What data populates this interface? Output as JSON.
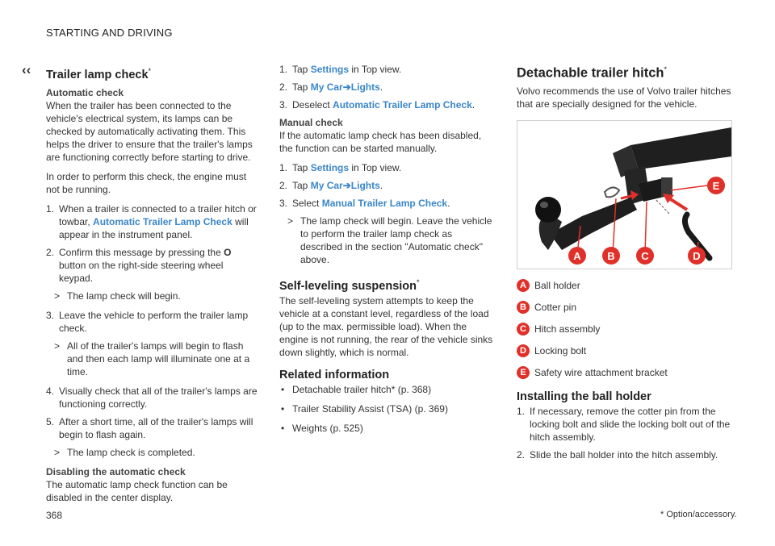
{
  "header": {
    "section": "STARTING AND DRIVING"
  },
  "nav": {
    "back_glyph": "‹‹"
  },
  "col1": {
    "title": "Trailer lamp check",
    "title_star": "*",
    "auto_heading": "Automatic check",
    "auto_p1": "When the trailer has been connected to the vehicle's electrical system, its lamps can be checked by automatically activating them. This helps the driver to ensure that the trailer's lamps are functioning correctly before starting to drive.",
    "auto_p2": "In order to perform this check, the engine must not be running.",
    "s1_num": "1.",
    "s1_pre": "When a trailer is connected to a trailer hitch or towbar,",
    "s1_blue": "Automatic Trailer Lamp Check",
    "s1_post": "will appear in the instrument panel.",
    "s2_num": "2.",
    "s2_pre": "Confirm this message by pressing the",
    "s2_bold": "O",
    "s2_post": "button on the right-side steering wheel keypad.",
    "s2_res": "The lamp check will begin.",
    "s3_num": "3.",
    "s3_text": "Leave the vehicle to perform the trailer lamp check.",
    "s3_res": "All of the trailer's lamps will begin to flash and then each lamp will illuminate one at a time.",
    "s4_num": "4.",
    "s4_text": "Visually check that all of the trailer's lamps are functioning correctly.",
    "s5_num": "5.",
    "s5_text": "After a short time, all of the trailer's lamps will begin to flash again.",
    "s5_res": "The lamp check is completed.",
    "dis_heading": "Disabling the automatic check",
    "dis_text": "The automatic lamp check function can be disabled in the center display.",
    "res_glyph": ">"
  },
  "col2": {
    "a1_num": "1.",
    "a1_pre": "Tap",
    "a1_blue": "Settings",
    "a1_post": "in Top view.",
    "a2_num": "2.",
    "a2_pre": "Tap",
    "a2_blue1": "My Car",
    "a2_arrow": "➔",
    "a2_blue2": "Lights",
    "a2_post": ".",
    "a3_num": "3.",
    "a3_pre": "Deselect",
    "a3_blue": "Automatic Trailer Lamp Check",
    "a3_post": ".",
    "manual_heading": "Manual check",
    "manual_text": "If the automatic lamp check has been disabled, the function can be started manually.",
    "m1_num": "1.",
    "m1_pre": "Tap",
    "m1_blue": "Settings",
    "m1_post": "in Top view.",
    "m2_num": "2.",
    "m2_pre": "Tap",
    "m2_blue1": "My Car",
    "m2_arrow": "➔",
    "m2_blue2": "Lights",
    "m2_post": ".",
    "m3_num": "3.",
    "m3_pre": "Select",
    "m3_blue": "Manual Trailer Lamp Check",
    "m3_post": ".",
    "m3_res": "The lamp check will begin. Leave the vehicle to perform the trailer lamp check as described in the section \"Automatic check\" above.",
    "self_title": "Self-leveling suspension",
    "self_star": "*",
    "self_text": "The self-leveling system attempts to keep the vehicle at a constant level, regardless of the load (up to the max. permissible load). When the engine is not running, the rear of the vehicle sinks down slightly, which is normal.",
    "related_title": "Related information",
    "related": [
      "Detachable trailer hitch* (p. 368)",
      "Trailer Stability Assist (TSA) (p. 369)",
      "Weights (p. 525)"
    ],
    "bullet_glyph": "•"
  },
  "col3": {
    "title": "Detachable trailer hitch",
    "title_star": "*",
    "intro": "Volvo recommends the use of Volvo trailer hitches that are specially designed for the vehicle.",
    "figure_labels": [
      "A",
      "B",
      "C",
      "D",
      "E"
    ],
    "legend": [
      {
        "key": "A",
        "text": "Ball holder"
      },
      {
        "key": "B",
        "text": "Cotter pin"
      },
      {
        "key": "C",
        "text": "Hitch assembly"
      },
      {
        "key": "D",
        "text": "Locking bolt"
      },
      {
        "key": "E",
        "text": "Safety wire attachment bracket"
      }
    ],
    "install_title": "Installing the ball holder",
    "i1_num": "1.",
    "i1_text": "If necessary, remove the cotter pin from the locking bolt and slide the locking bolt out of the hitch assembly.",
    "i2_num": "2.",
    "i2_text": "Slide the ball holder into the hitch assembly."
  },
  "footer": {
    "page": "368",
    "note": "* Option/accessory."
  },
  "colors": {
    "accent_blue": "#3a86c8",
    "badge_red": "#e0302a"
  }
}
